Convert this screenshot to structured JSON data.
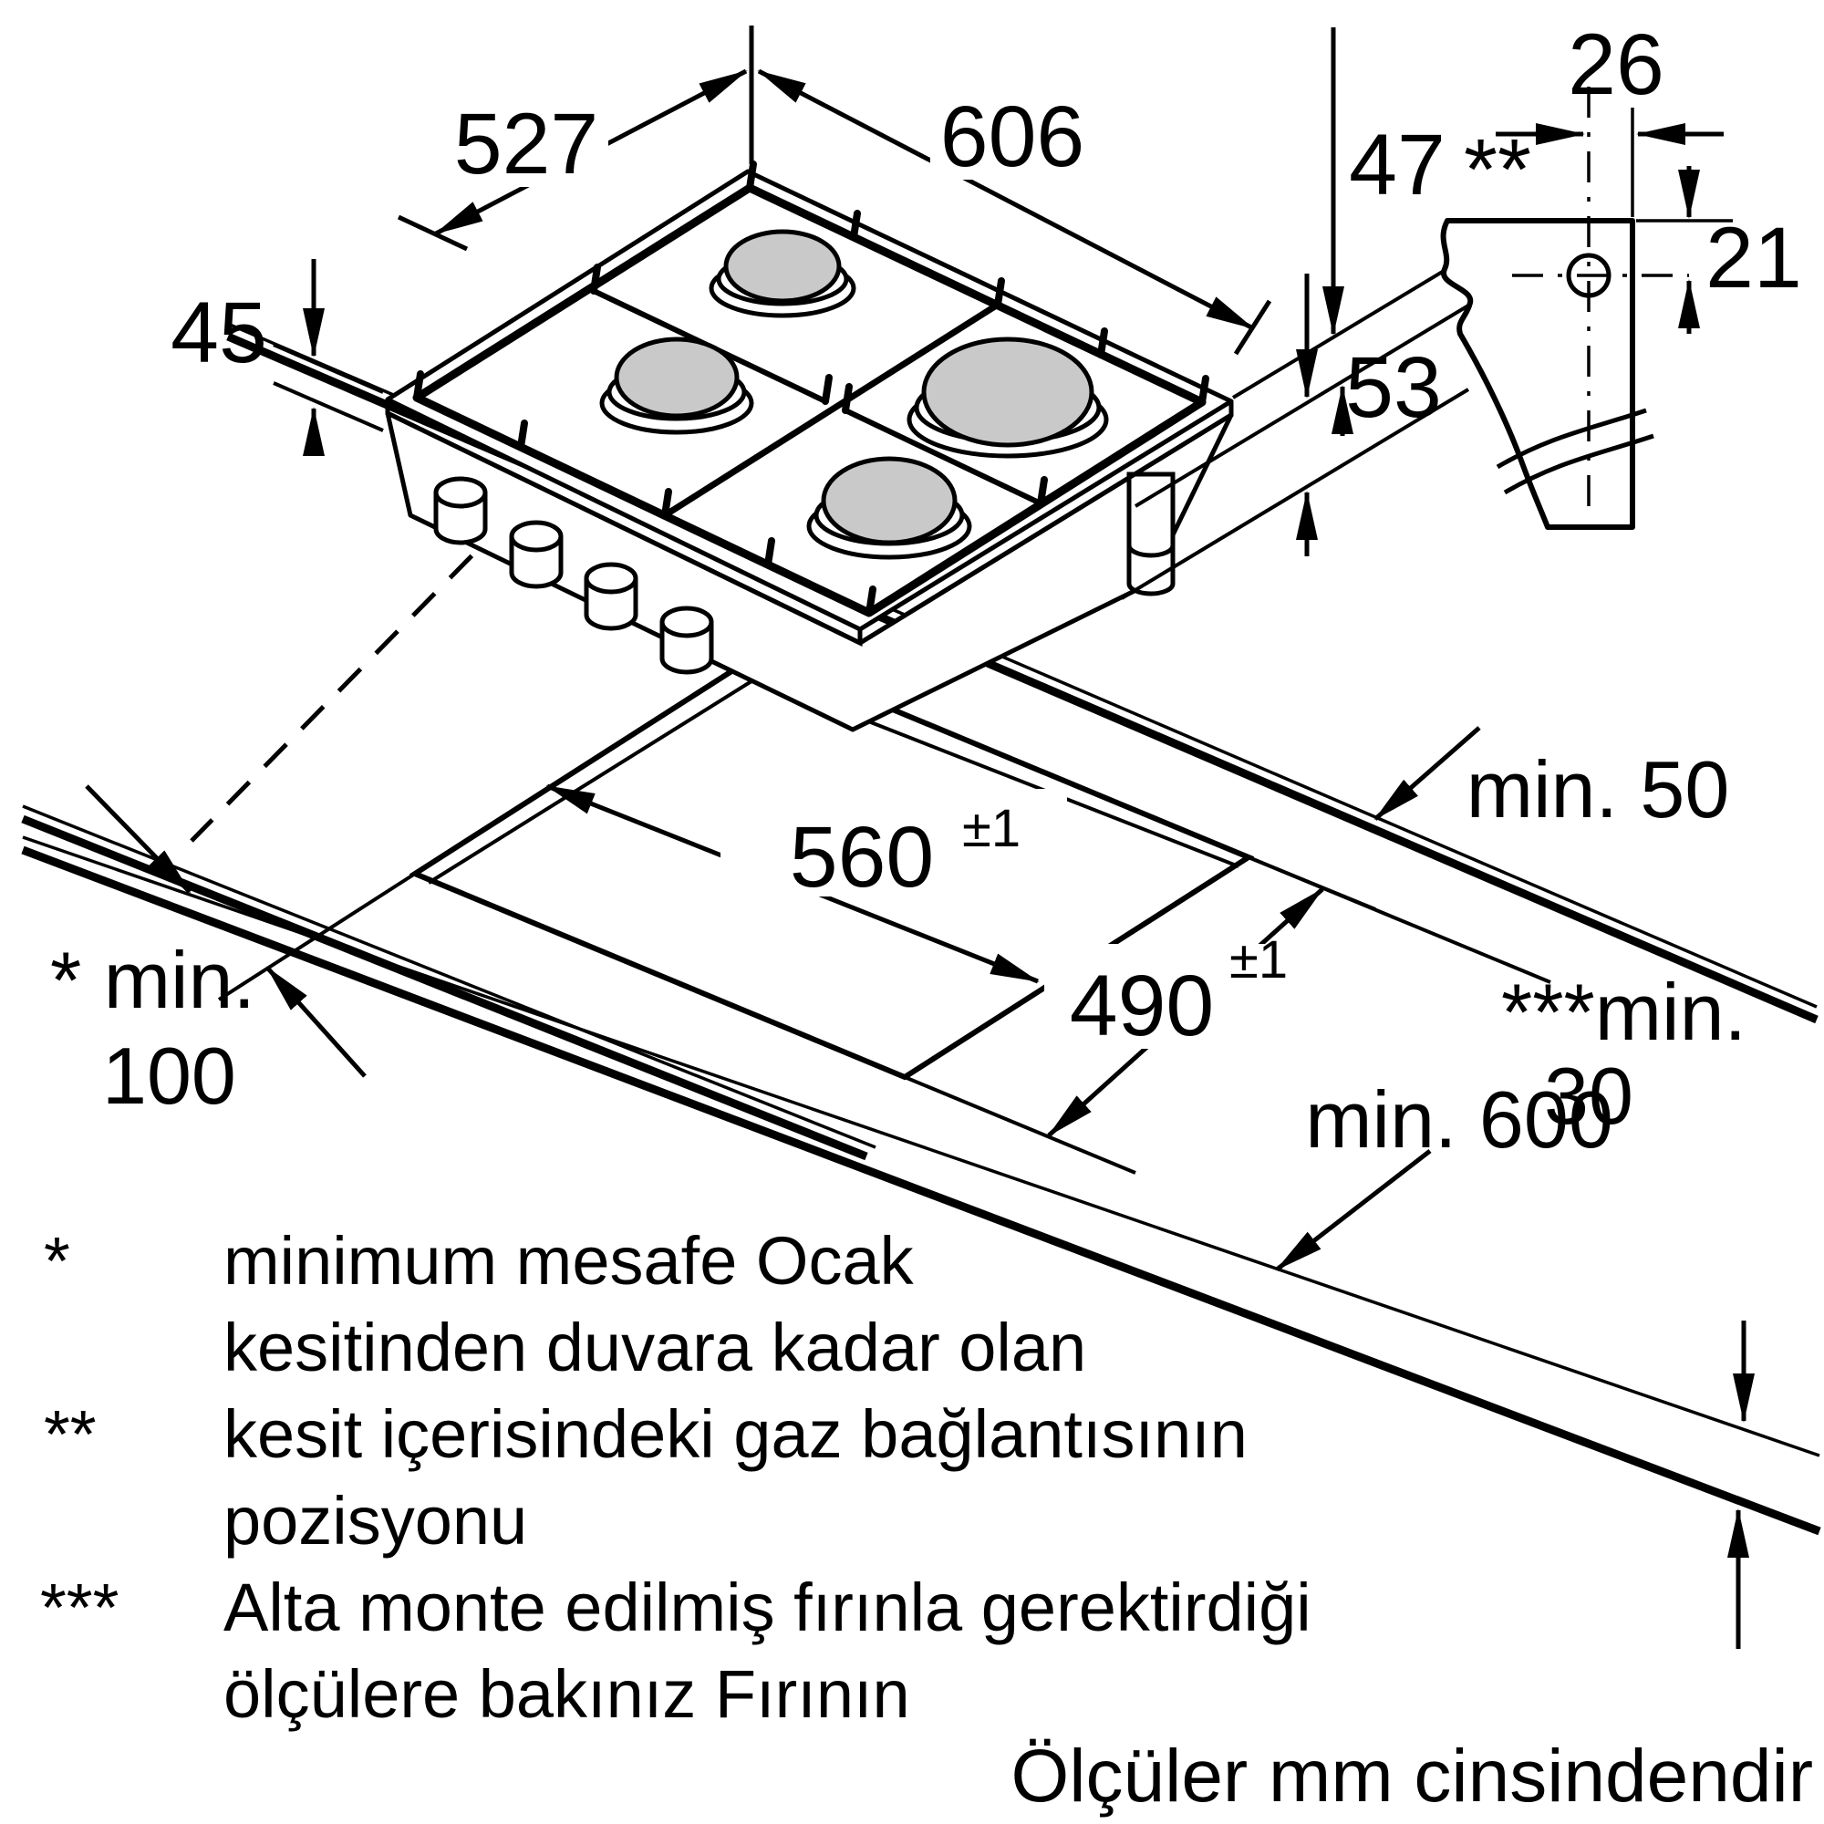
{
  "diagram": {
    "title_note": "Ölçüler mm cinsindendir",
    "dims": {
      "hob_width": "606",
      "hob_depth": "527",
      "hob_height": "45",
      "gas_offset": "47",
      "gas_offset_marker": "**",
      "gas_height": "53",
      "hole_from_edge": "26",
      "hole_from_top": "21",
      "cutout_width": "560",
      "cutout_width_tol": "±1",
      "cutout_depth": "490",
      "cutout_depth_tol": "±1",
      "rear_clearance": "min. 50",
      "side_clearance_line1": "* min.",
      "side_clearance_line2": "100",
      "depth_clearance": "min. 600",
      "bottom_clearance_line1": "***min.",
      "bottom_clearance_line2": "30"
    },
    "notes": {
      "n1_marker": "*",
      "n1_line1": "minimum mesafe Ocak",
      "n1_line2": "kesitinden duvara kadar olan",
      "n2_marker": "**",
      "n2_line1": "kesit içerisindeki gaz bağlantısının",
      "n2_line2": "pozisyonu",
      "n3_marker": "***",
      "n3_line1": "Alta monte edilmiş fırınla gerektirdiği",
      "n3_line2": "ölçülere bakınız Fırının"
    },
    "colors": {
      "line": "#000000",
      "burner_fill": "#c9c9c9",
      "background": "#ffffff"
    }
  }
}
